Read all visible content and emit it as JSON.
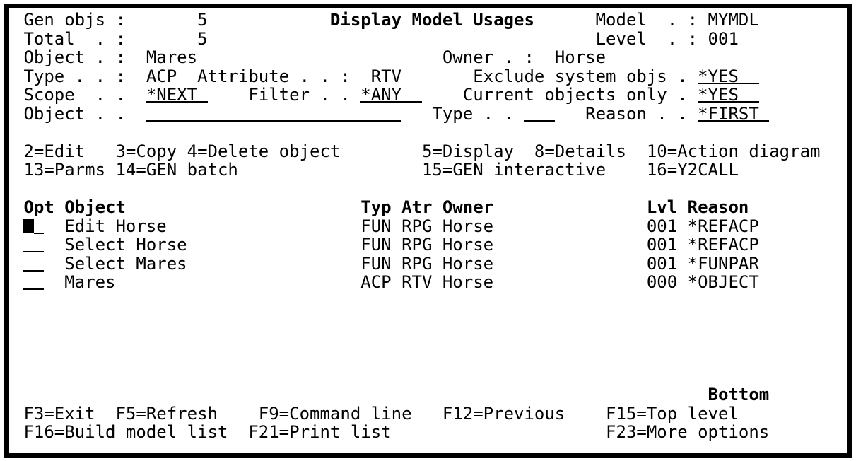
{
  "app": {
    "title": "Display Model Usages"
  },
  "header": {
    "gen_objs": {
      "label": "Gen objs :",
      "value": "5"
    },
    "total": {
      "label": "Total  . :",
      "value": "5"
    },
    "object": {
      "label": "Object . :",
      "value": "Mares"
    },
    "model": {
      "label": "Model  . :",
      "value": "MYMDL"
    },
    "level": {
      "label": "Level  . :",
      "value": "001"
    },
    "owner": {
      "label": "Owner . :",
      "value": "Horse"
    },
    "type": {
      "label": "Type . . :",
      "value": "ACP"
    },
    "attribute": {
      "label": "Attribute . . :",
      "value": "RTV"
    },
    "exclude": {
      "label": "Exclude system objs .",
      "value": "*YES"
    },
    "scope": {
      "label": "Scope  . .",
      "value": "*NEXT"
    },
    "filter": {
      "label": "Filter . .",
      "value": "*ANY"
    },
    "current": {
      "label": "Current objects only .",
      "value": "*YES"
    },
    "object_input": {
      "label": "Object . .",
      "value": ""
    },
    "type_input": {
      "label": "Type . .",
      "value": ""
    },
    "reason": {
      "label": "Reason . .",
      "value": "*FIRST"
    }
  },
  "options_row1": [
    "2=Edit",
    "3=Copy",
    "4=Delete object",
    "5=Display",
    "8=Details",
    "10=Action diagram"
  ],
  "options_row2": [
    "13=Parms",
    "14=GEN batch",
    "15=GEN interactive",
    "16=Y2CALL"
  ],
  "table": {
    "headers": {
      "opt": "Opt",
      "object": "Object",
      "typ": "Typ",
      "atr": "Atr",
      "owner": "Owner",
      "lvl": "Lvl",
      "reason": "Reason"
    },
    "rows": [
      {
        "opt": "",
        "object": "Edit Horse",
        "typ": "FUN",
        "atr": "RPG",
        "owner": "Horse",
        "lvl": "001",
        "reason": "*REFACP"
      },
      {
        "opt": "",
        "object": "Select Horse",
        "typ": "FUN",
        "atr": "RPG",
        "owner": "Horse",
        "lvl": "001",
        "reason": "*REFACP"
      },
      {
        "opt": "",
        "object": "Select Mares",
        "typ": "FUN",
        "atr": "RPG",
        "owner": "Horse",
        "lvl": "001",
        "reason": "*FUNPAR"
      },
      {
        "opt": "",
        "object": "Mares",
        "typ": "ACP",
        "atr": "RTV",
        "owner": "Horse",
        "lvl": "000",
        "reason": "*OBJECT"
      }
    ]
  },
  "status": {
    "bottom": "Bottom"
  },
  "fkeys_row1": [
    "F3=Exit",
    "F5=Refresh",
    "F9=Command line",
    "F12=Previous",
    "F15=Top level"
  ],
  "fkeys_row2": [
    "F16=Build model list",
    "F21=Print list",
    "F23=More options"
  ]
}
